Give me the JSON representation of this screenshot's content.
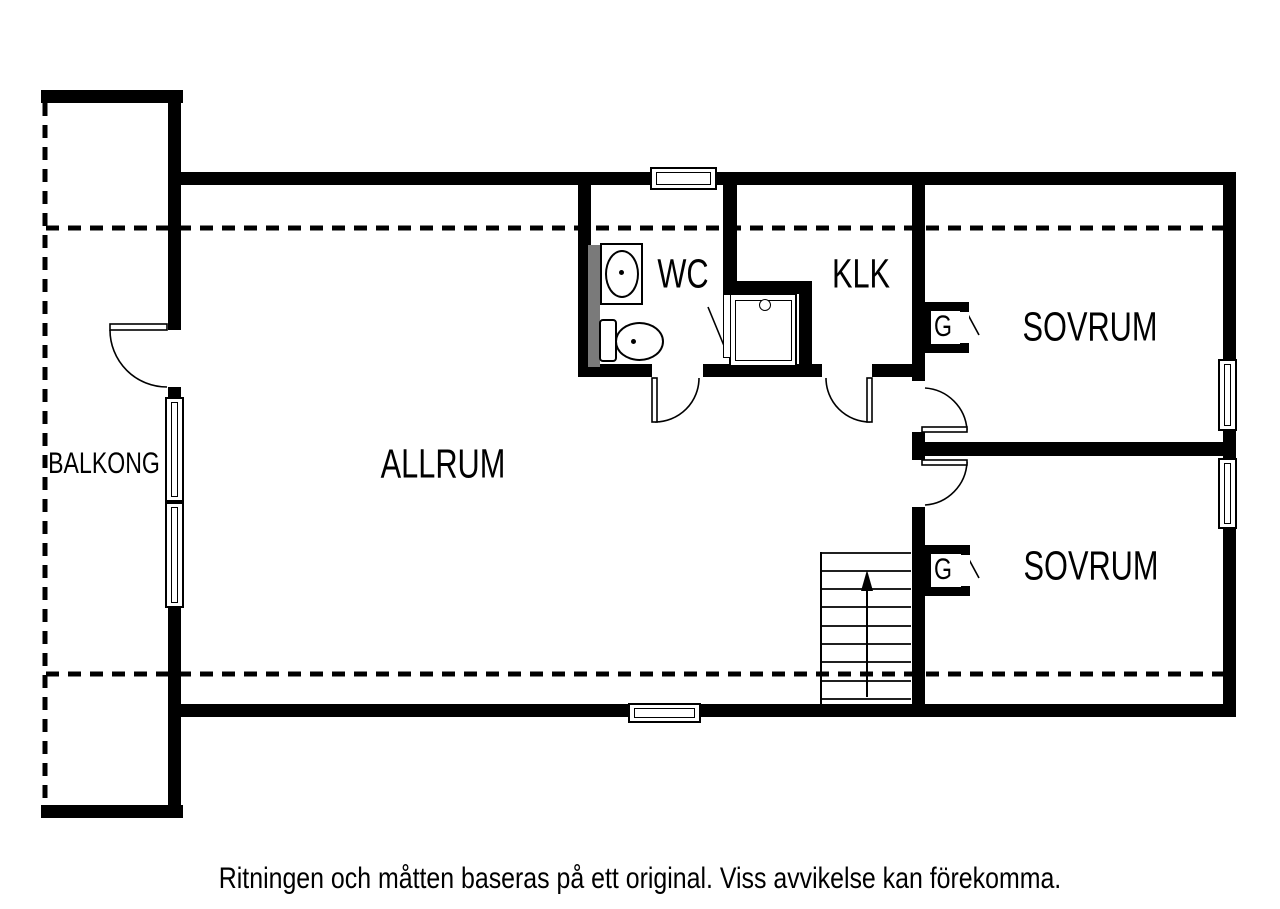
{
  "plan": {
    "rooms": [
      {
        "id": "balkong",
        "label": "BALKONG"
      },
      {
        "id": "allrum",
        "label": "ALLRUM"
      },
      {
        "id": "wc",
        "label": "WC"
      },
      {
        "id": "klk",
        "label": "KLK"
      },
      {
        "id": "sovrum-top",
        "label": "SOVRUM"
      },
      {
        "id": "sovrum-bottom",
        "label": "SOVRUM"
      }
    ],
    "closets": [
      {
        "id": "garderob-top",
        "label": "G"
      },
      {
        "id": "garderob-bottom",
        "label": "G"
      }
    ],
    "disclaimer": "Ritningen och måtten baseras på ett original. Viss avvikelse kan förekomma.",
    "colors": {
      "wall": "#000000",
      "background": "#ffffff",
      "fixture_gray": "#7a7a7a"
    }
  }
}
